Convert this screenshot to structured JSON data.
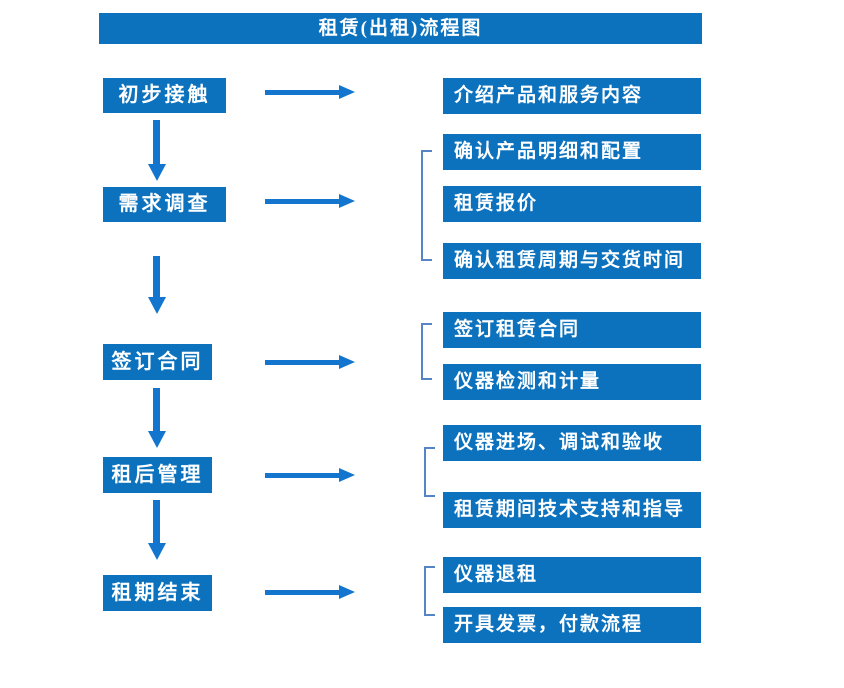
{
  "title": "租赁(出租)流程图",
  "colors": {
    "primary": "#0d72be",
    "arrow": "#1375ce",
    "bracket": "#5585c5",
    "text-on-primary": "#ffffff",
    "background": "#ffffff"
  },
  "flow": {
    "steps": [
      {
        "label": "初步接触",
        "outputs": [
          "介绍产品和服务内容"
        ]
      },
      {
        "label": "需求调查",
        "outputs": [
          "确认产品明细和配置",
          "租赁报价",
          "确认租赁周期与交货时间"
        ]
      },
      {
        "label": "签订合同",
        "outputs": [
          "签订租赁合同",
          "仪器检测和计量"
        ]
      },
      {
        "label": "租后管理",
        "outputs": [
          "仪器进场、调试和验收",
          "租赁期间技术支持和指导"
        ]
      },
      {
        "label": "租期结束",
        "outputs": [
          "仪器退租",
          "开具发票，付款流程"
        ]
      }
    ]
  }
}
